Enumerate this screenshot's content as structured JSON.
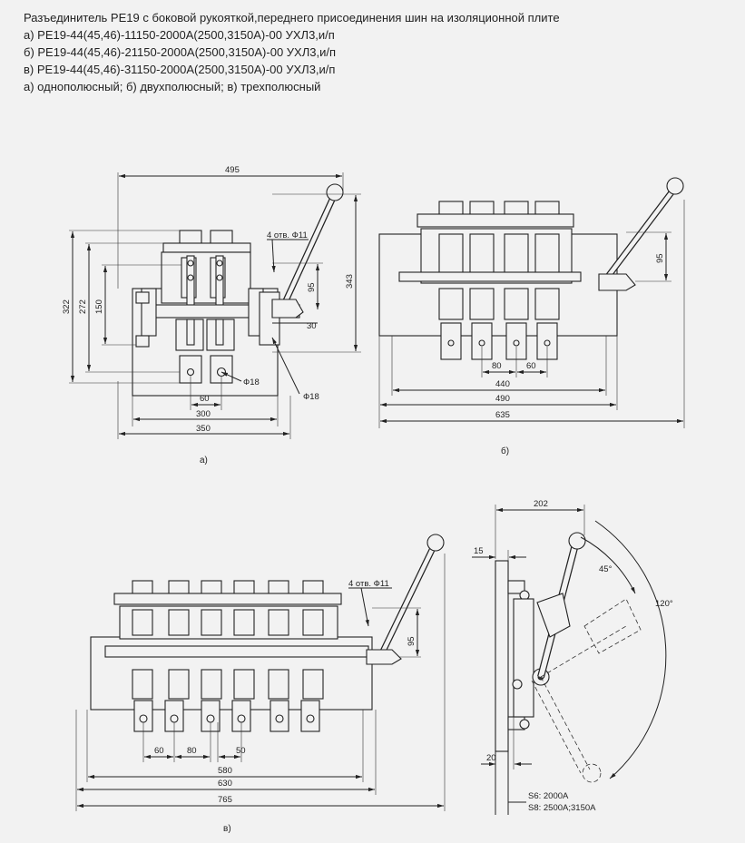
{
  "header": {
    "title": "Разъединитель РЕ19 с боковой рукояткой,переднего присоединения шин на изоляционной плите",
    "line_a": "а) РЕ19-44(45,46)-11150-2000А(2500,3150А)-00 УХЛ3,и/п",
    "line_b": "б) РЕ19-44(45,46)-21150-2000А(2500,3150А)-00 УХЛ3,и/п",
    "line_c": "в) РЕ19-44(45,46)-31150-2000А(2500,3150А)-00 УХЛ3,и/п",
    "line_types": "а) однополюсный;  б) двухполюсный;  в) трехполюсный"
  },
  "view_a": {
    "caption": "а)",
    "dim_495": "495",
    "dim_343": "343",
    "dim_322": "322",
    "dim_272": "272",
    "dim_150": "150",
    "dim_95": "95",
    "dim_30": "30",
    "dim_60": "60",
    "dim_300": "300",
    "dim_350": "350",
    "holes": "4 отв. Ф11",
    "d18_a": "Ф18",
    "d18_b": "Ф18"
  },
  "view_b": {
    "caption": "б)",
    "dim_95": "95",
    "dim_80": "80",
    "dim_60": "60",
    "dim_440": "440",
    "dim_490": "490",
    "dim_635": "635"
  },
  "view_c": {
    "caption": "в)",
    "holes": "4 отв. Ф11",
    "dim_95": "95",
    "dim_60": "60",
    "dim_80": "80",
    "dim_50": "50",
    "dim_580": "580",
    "dim_630": "630",
    "dim_765": "765"
  },
  "view_side": {
    "dim_202": "202",
    "dim_15": "15",
    "dim_20": "20",
    "angle_45": "45°",
    "angle_120": "120°",
    "s6": "S6: 2000А",
    "s8": "S8: 2500А;3150А"
  }
}
